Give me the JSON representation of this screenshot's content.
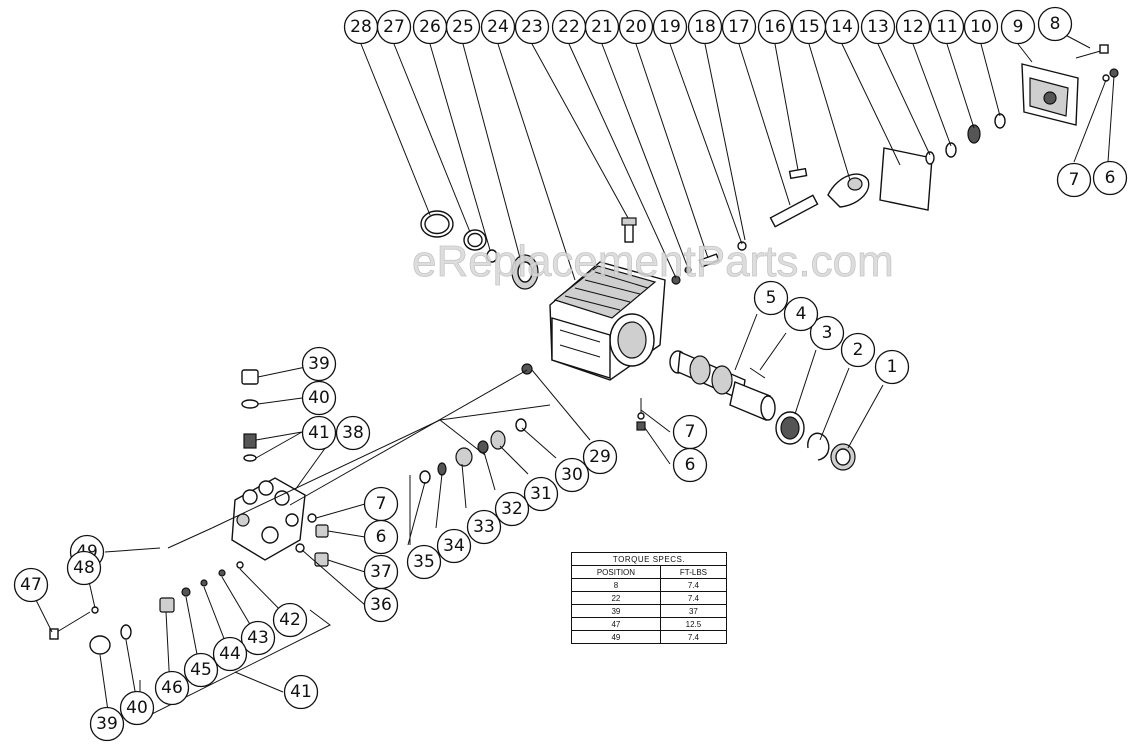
{
  "watermark": "eReplacementParts.com",
  "callouts": [
    "1",
    "2",
    "3",
    "4",
    "5",
    "6",
    "7",
    "8",
    "9",
    "10",
    "11",
    "12",
    "13",
    "14",
    "15",
    "16",
    "17",
    "18",
    "19",
    "20",
    "21",
    "22",
    "23",
    "24",
    "25",
    "26",
    "27",
    "28",
    "29",
    "30",
    "31",
    "32",
    "33",
    "34",
    "35",
    "36",
    "37",
    "38",
    "39",
    "40",
    "41",
    "42",
    "43",
    "44",
    "45",
    "46",
    "47",
    "48",
    "49"
  ],
  "torque_table": {
    "title": "TORQUE SPECS.",
    "headers": [
      "POSITION",
      "FT-LBS"
    ],
    "rows": [
      [
        "8",
        "7.4"
      ],
      [
        "22",
        "7.4"
      ],
      [
        "39",
        "37"
      ],
      [
        "47",
        "12.5"
      ],
      [
        "49",
        "7.4"
      ]
    ]
  }
}
